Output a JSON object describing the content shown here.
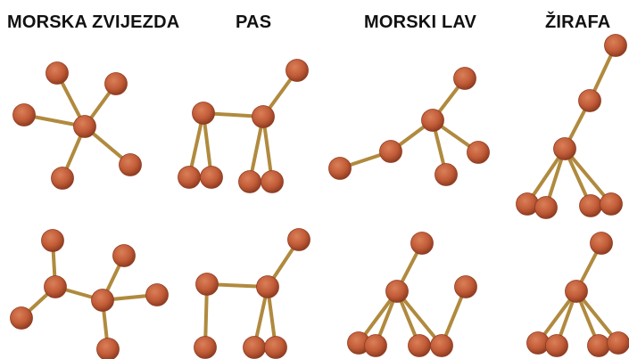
{
  "titles": {
    "starfish": "MORSKA ZVIJEZDA",
    "dog": "PAS",
    "sealion": "MORSKI LAV",
    "giraffe": "ŽIRAFA"
  },
  "colors": {
    "stick": "#b08a3e",
    "ball": "#c25c38",
    "ball_highlight": "#d98058",
    "ball_shadow": "#8f3d22"
  }
}
